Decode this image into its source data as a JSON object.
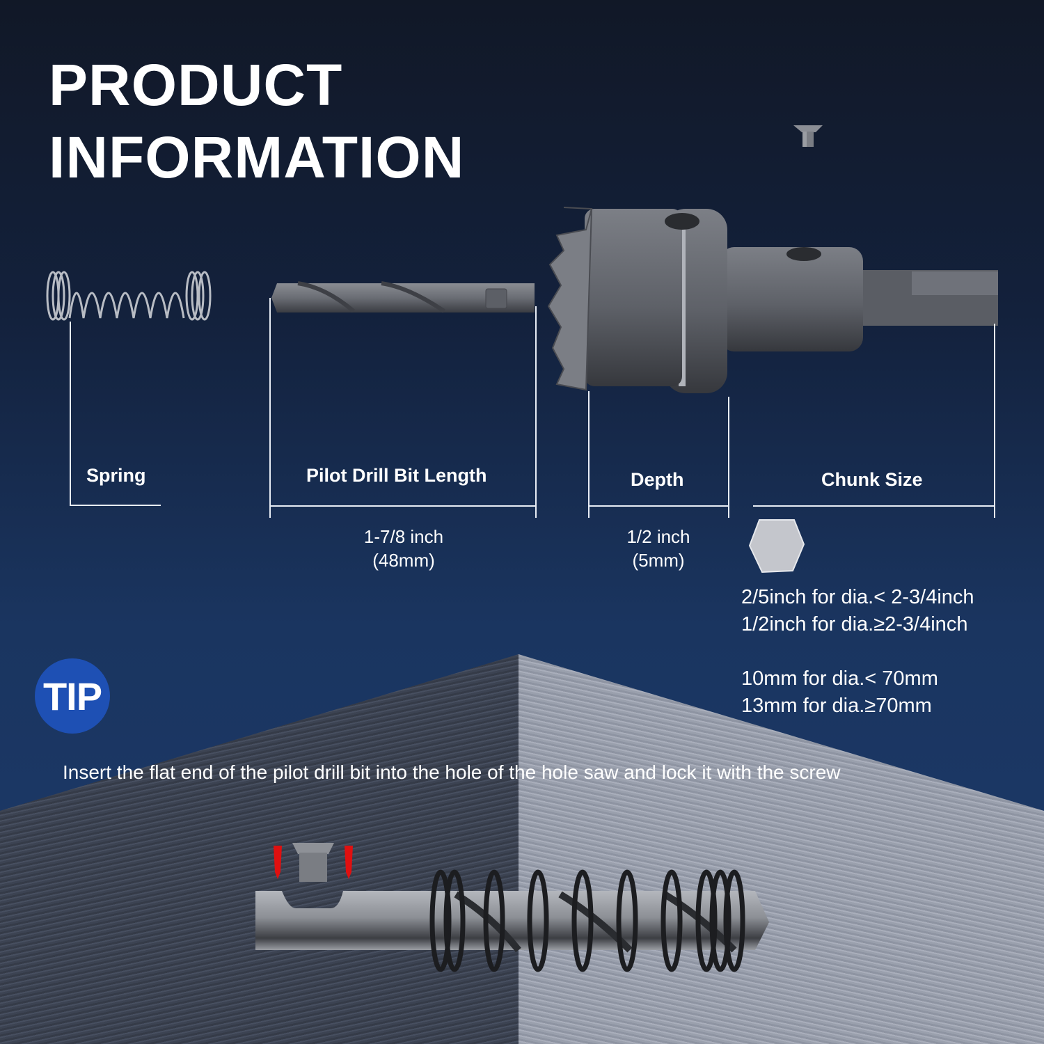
{
  "header": {
    "title_line1": "PRODUCT",
    "title_line2": "INFORMATION"
  },
  "components": {
    "spring": {
      "label": "Spring"
    },
    "pilot_drill": {
      "label": "Pilot Drill Bit Length",
      "value_line1": "1-7/8 inch",
      "value_line2": "(48mm)"
    },
    "depth": {
      "label": "Depth",
      "value_line1": "1/2 inch",
      "value_line2": "(5mm)"
    },
    "chunk": {
      "label": "Chunk Size",
      "lines": [
        "2/5inch for dia.< 2-3/4inch",
        "1/2inch for dia.≥2-3/4inch",
        "",
        "10mm for dia.< 70mm",
        "13mm for dia.≥70mm"
      ]
    }
  },
  "tip": {
    "badge": "TIP",
    "text": "Insert the flat end of the pilot drill bit into the hole of the hole saw and lock it with the screw"
  },
  "colors": {
    "background_top": "#111827",
    "background_bottom": "#1d3a6a",
    "tip_badge": "#1e50b4",
    "arrow_red": "#e01010",
    "metal_gray": "#6b6e75"
  },
  "icons": {
    "spring": "spring-icon",
    "pilot_drill": "pilot-drill-icon",
    "hole_saw": "hole-saw-icon",
    "screw": "screw-icon",
    "hex_shank": "hex-shank-icon",
    "assembly": "assembly-illustration"
  }
}
